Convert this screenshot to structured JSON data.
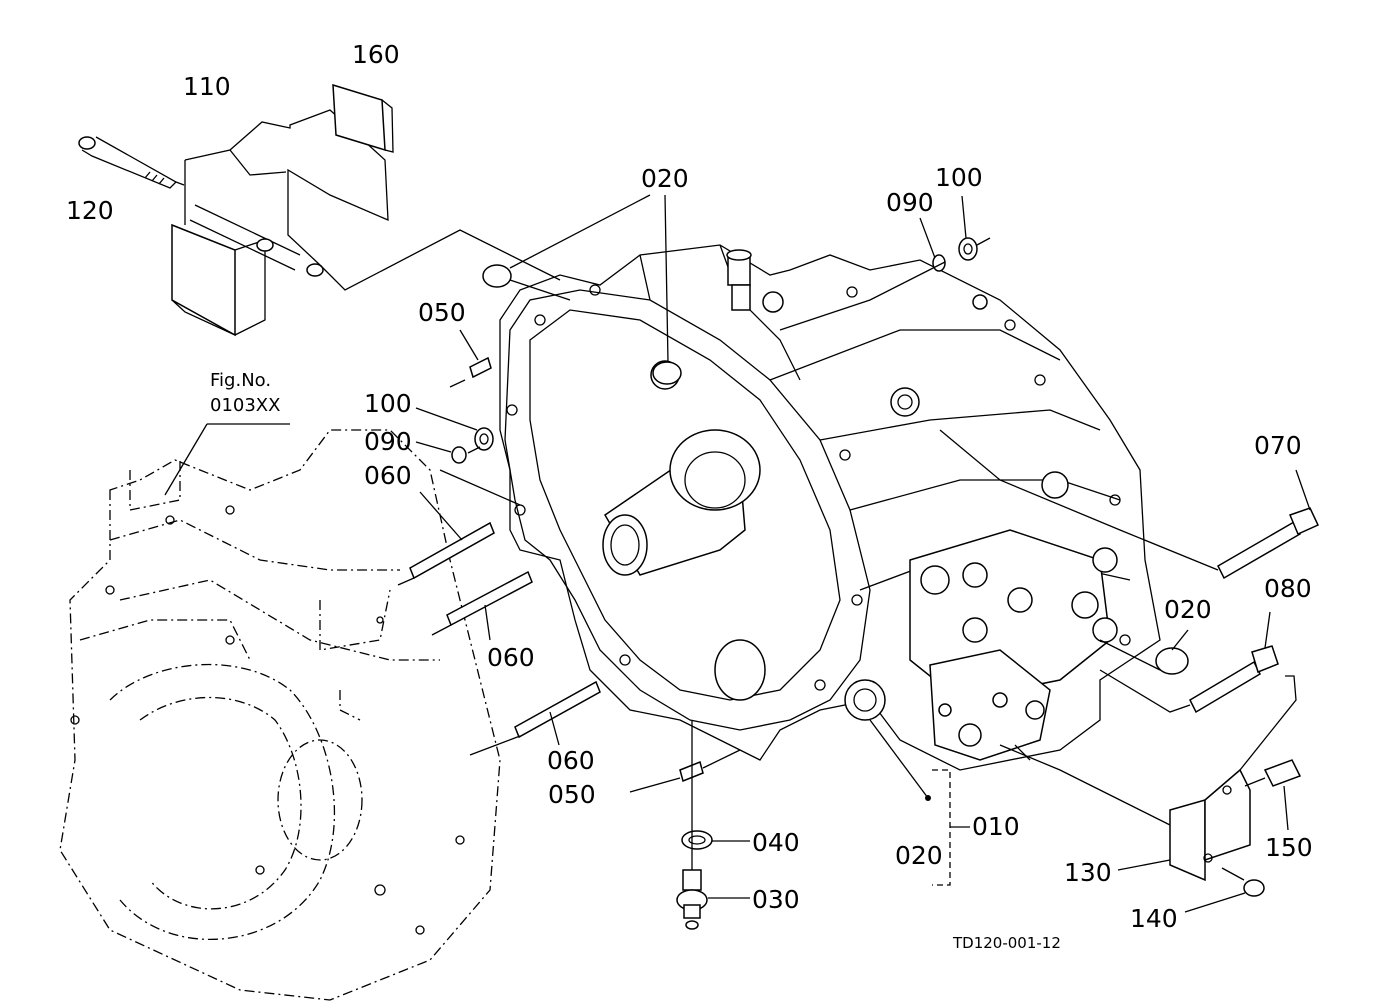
{
  "figure_ref": {
    "line1": "Fig.No.",
    "line2": "0103XX"
  },
  "drawing_code": "TD120-001-12",
  "callouts": {
    "c160": "160",
    "c110": "110",
    "c120": "120",
    "c020_top": "020",
    "c090_top": "090",
    "c100_top": "100",
    "c050_top": "050",
    "c100_left": "100",
    "c090_left": "090",
    "c060_a": "060",
    "c060_b": "060",
    "c060_c": "060",
    "c050_bottom": "050",
    "c040": "040",
    "c030": "030",
    "c070": "070",
    "c020_right": "020",
    "c080": "080",
    "c010": "010",
    "c020_bottom": "020",
    "c130": "130",
    "c150": "150",
    "c140": "140"
  }
}
